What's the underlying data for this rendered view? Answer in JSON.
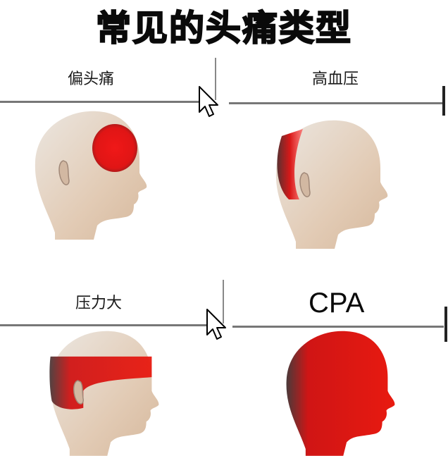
{
  "title": "常见的头痛类型",
  "panels": [
    {
      "label": "偏头痛",
      "heat_region": "front-temple",
      "heat_color": "#e8141a"
    },
    {
      "label": "高血压",
      "heat_region": "back-of-head",
      "heat_color": "#e8141a"
    },
    {
      "label": "压力大",
      "heat_region": "band-around-head",
      "heat_color": "#e8141a"
    },
    {
      "label": "CPA",
      "heat_region": "entire-head",
      "heat_color": "#e8141a"
    }
  ],
  "icons": {
    "cursor": "mouse-pointer-arrow"
  },
  "colors": {
    "background": "#ffffff",
    "divider": "#777777",
    "skin": "#e8d8c8",
    "pain": "#e8141a"
  }
}
